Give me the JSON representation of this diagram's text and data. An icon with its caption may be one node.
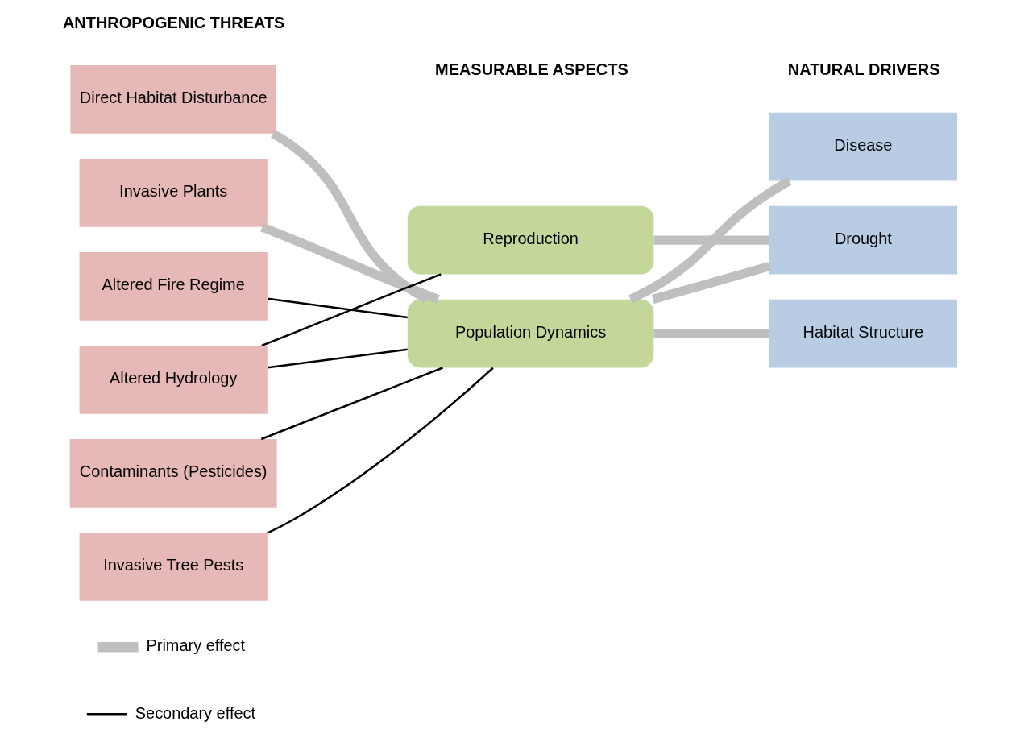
{
  "diagram": {
    "nodes": [
      {
        "text": [
          "Direct Habitat Disturbance"
        ]
      },
      {
        "text": [
          "Invasive Plants"
        ]
      },
      {
        "text": [
          "Altered Fire Regime"
        ]
      },
      {
        "text": [
          "Altered Hydrology"
        ]
      },
      {
        "text": [
          "Contaminants (Pesticides)"
        ]
      },
      {
        "text": [
          "Invasive Tree Pests"
        ]
      },
      {
        "text": [
          "Reproduction"
        ]
      },
      {
        "text": [
          "Population Dynamics"
        ]
      },
      {
        "text": [
          "Disease"
        ]
      },
      {
        "text": [
          "Drought"
        ]
      },
      {
        "text": [
          "Habitat Structure"
        ]
      }
    ],
    "edges": [
      {
        "from": 0,
        "to": 7,
        "arrow": "none"
      },
      {
        "from": 1,
        "to": 7,
        "arrow": "none"
      },
      {
        "from": 2,
        "to": 7,
        "arrow": "none",
        "color": "#000000"
      },
      {
        "from": 3,
        "to": 6,
        "arrow": "none",
        "color": "#000000"
      },
      {
        "from": 3,
        "to": 7,
        "arrow": "none",
        "color": "#000000"
      },
      {
        "from": 4,
        "to": 7,
        "arrow": "none",
        "color": "#000000"
      },
      {
        "from": 5,
        "to": 7,
        "arrow": "none",
        "color": "#000000"
      },
      {
        "from": 6,
        "to": 9,
        "arrow": "none"
      },
      {
        "from": 8,
        "to": 7,
        "arrow": "none"
      },
      {
        "from": 9,
        "to": 7,
        "arrow": "none"
      },
      {
        "from": 10,
        "to": 7,
        "arrow": "none"
      }
    ],
    "labels": [
      "ANTHROPOGENIC THREATS",
      "MEASURABLE ASPECTS",
      "NATURAL DRIVERS"
    ],
    "legend": [
      {
        "text": "Primary effect"
      },
      {
        "text": "Secondary effect"
      }
    ]
  }
}
